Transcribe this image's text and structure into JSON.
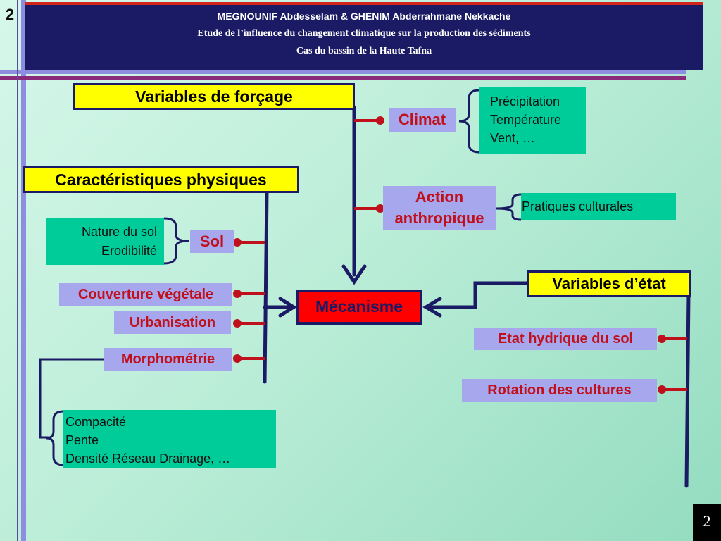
{
  "slide_number": "2",
  "header": {
    "authors": "MEGNOUNIF Abdesselam & GHENIM Abderrahmane Nekkache",
    "title": "Etude de l’influence du changement climatique sur la production des sédiments",
    "subtitle": "Cas du bassin de la Haute Tafna"
  },
  "forcing": {
    "title": "Variables de forçage",
    "climat": {
      "label": "Climat",
      "details": [
        "Précipitation",
        "Température",
        "Vent, …"
      ]
    },
    "action": {
      "label_line1": "Action",
      "label_line2": "anthropique",
      "details": [
        "Pratiques culturales"
      ]
    }
  },
  "physical": {
    "title": "Caractéristiques physiques",
    "sol": {
      "label": "Sol",
      "details": [
        "Nature du sol",
        "Erodibilité"
      ]
    },
    "couverture": {
      "label": "Couverture végétale"
    },
    "urbanisation": {
      "label": "Urbanisation"
    },
    "morphometrie": {
      "label": "Morphométrie",
      "details": [
        "Compacité",
        "Pente",
        "Densité Réseau Drainage, …"
      ]
    }
  },
  "state": {
    "title": "Variables d’état",
    "hydrique": {
      "label": "Etat hydrique du sol"
    },
    "rotation": {
      "label": "Rotation des cultures"
    }
  },
  "center": {
    "label": "Mécanisme"
  },
  "colors": {
    "navy": "#1b1a64",
    "red_text": "#c0101c",
    "yellow": "#ffff00",
    "violet": "#a7a7ee",
    "green": "#00cc99",
    "connector": "#c0101c"
  }
}
